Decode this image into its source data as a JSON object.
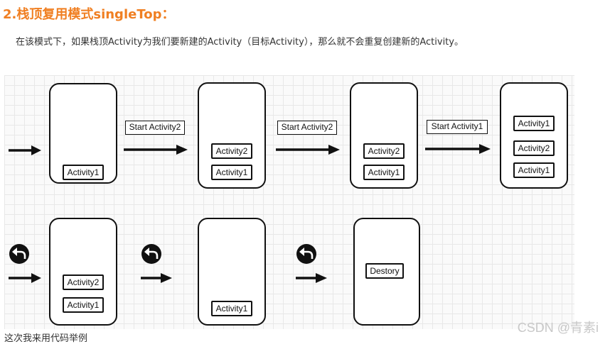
{
  "heading": "2.栈顶复用模式singleTop：",
  "description": "在该模式下，如果栈顶Activity为我们要新建的Activity（目标Activity），那么就不会重复创建新的Activity。",
  "transitions": {
    "t1": "Start Activity2",
    "t2": "Start Activity2",
    "t3": "Start Activity1"
  },
  "row1": {
    "phone1": [
      "Activity1"
    ],
    "phone2": [
      "Activity2",
      "Activity1"
    ],
    "phone3": [
      "Activity2",
      "Activity1"
    ],
    "phone4": [
      "Activity1",
      "Activity2",
      "Activity1"
    ]
  },
  "row2": {
    "phone1": [
      "Activity2",
      "Activity1"
    ],
    "phone2": [
      "Activity1"
    ],
    "phone3": [
      "Destory"
    ]
  },
  "icons": {
    "arrow": "right-arrow-icon",
    "back": "back-arrow-icon"
  },
  "watermark": "CSDN @青素i",
  "cut_text": "这次我来用代码举例"
}
